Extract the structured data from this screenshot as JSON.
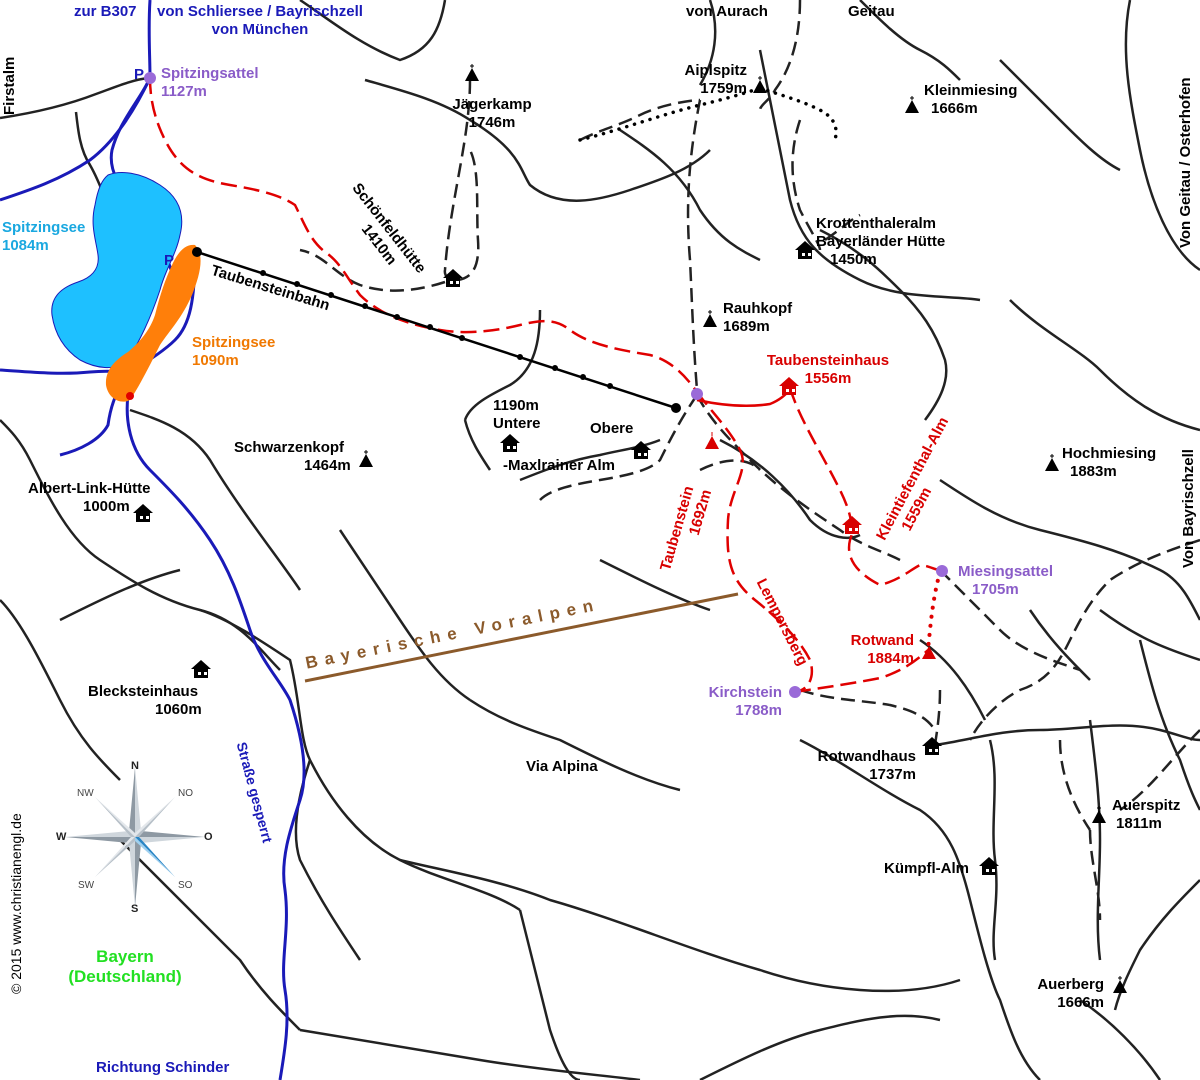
{
  "colors": {
    "road": "#1a1ab8",
    "trail": "#222222",
    "route": "#e00000",
    "lake": "#1ec0ff",
    "lakeside": "#ff7f0a",
    "ridge": "#8b5a2b",
    "label_blue": "#1a1ab8",
    "label_purple": "#8a5cc8",
    "label_red": "#d80000",
    "label_green": "#22e022"
  },
  "roads": {
    "to_b307": "zur B307",
    "from_schliersee_line1": "von Schliersee / Bayrischzell",
    "from_schliersee_line2": "von München",
    "richtung_schinder": "Richtung Schinder",
    "strasse_gesperrt": "Straße gesperrt"
  },
  "edge_labels": {
    "firstalm": "Firstalm",
    "von_aurach": "von Aurach",
    "geitau": "Geitau",
    "von_geitau_osterhofen": "Von Geitau / Osterhofen",
    "von_bayrischzell": "Von Bayrischzell"
  },
  "parking": {
    "p1": "P",
    "p2": "P"
  },
  "places": {
    "spitzingsattel": {
      "name": "Spitzingsattel",
      "elev": "1127m"
    },
    "spitzingsee_lake": {
      "name": "Spitzingsee",
      "elev": "1084m"
    },
    "spitzingsee_village": {
      "name": "Spitzingsee",
      "elev": "1090m"
    },
    "taubensteinbahn": {
      "name": "Taubensteinbahn"
    },
    "jaegerkamp": {
      "name": "Jägerkamp",
      "elev": "1746m"
    },
    "aiplspitz": {
      "name": "Aiplspitz",
      "elev": "1759m"
    },
    "kleinmiesing": {
      "name": "Kleinmiesing",
      "elev": "1666m"
    },
    "schoenfeldhuette": {
      "name": "Schönfeldhütte",
      "elev": "1410m"
    },
    "krottenthaleralm": {
      "line1": "Krottenthaleralm",
      "line2": "Bayerländer Hütte",
      "elev": "1450m"
    },
    "rauhkopf": {
      "name": "Rauhkopf",
      "elev": "1689m"
    },
    "taubensteinhaus": {
      "name": "Taubensteinhaus",
      "elev": "1556m"
    },
    "untere_maxlrainer": {
      "elev": "1190m",
      "line1": "Untere",
      "line2": "-Maxlrainer Alm"
    },
    "obere": {
      "name": "Obere"
    },
    "schwarzenkopf": {
      "name": "Schwarzenkopf",
      "elev": "1464m"
    },
    "albert_link": {
      "name": "Albert-Link-Hütte",
      "elev": "1000m"
    },
    "taubenstein": {
      "name": "Taubenstein",
      "elev": "1692m"
    },
    "kleintiefenthal": {
      "name": "Kleintiefenthal-Alm",
      "elev": "1559m"
    },
    "hochmiesing": {
      "name": "Hochmiesing",
      "elev": "1883m"
    },
    "miesingsattel": {
      "name": "Miesingsattel",
      "elev": "1705m"
    },
    "lempersberg": {
      "name": "Lempersberg"
    },
    "rotwand": {
      "name": "Rotwand",
      "elev": "1884m"
    },
    "kirchstein": {
      "name": "Kirchstein",
      "elev": "1788m"
    },
    "rotwandhaus": {
      "name": "Rotwandhaus",
      "elev": "1737m"
    },
    "via_alpina": {
      "name": "Via Alpina"
    },
    "blecksteinhaus": {
      "name": "Blecksteinhaus",
      "elev": "1060m"
    },
    "auerspitz": {
      "name": "Auerspitz",
      "elev": "1811m"
    },
    "kuempfl_alm": {
      "name": "Kümpfl-Alm"
    },
    "auerberg": {
      "name": "Auerberg",
      "elev": "1666m"
    }
  },
  "region": {
    "ridge_name": "Bayerische Voralpen",
    "line1": "Bayern",
    "line2": "(Deutschland)"
  },
  "copyright": "© 2015 www.christianengl.de",
  "compass": {
    "n": "N",
    "s": "S",
    "w": "W",
    "o": "O",
    "nw": "NW",
    "no": "NO",
    "sw": "SW",
    "so": "SO"
  },
  "icons": {
    "peak": "peak-triangle-icon",
    "summit_cross": "summit-cross-icon",
    "hut": "mountain-hut-icon",
    "waypoint": "waypoint-dot-icon",
    "compass": "compass-rose-icon"
  }
}
